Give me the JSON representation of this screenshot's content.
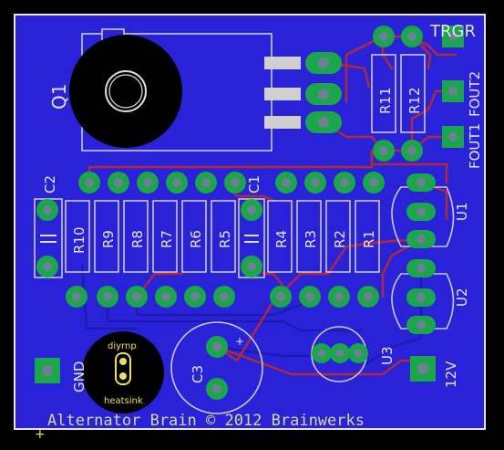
{
  "board": {
    "title_text": "Alternator Brain © 2012 Brainwerks",
    "colors": {
      "board": "#2a22d8",
      "outline": "#e6e6e6",
      "pad": "#1aa64a",
      "drill": "#6f7f95",
      "trace_top": "#b02a3a",
      "silk": "#c8c8c8"
    }
  },
  "labels": {
    "q1": "Q1",
    "c2": "C2",
    "c1": "C1",
    "c3": "C3",
    "r1": "R1",
    "r2": "R2",
    "r3": "R3",
    "r4": "R4",
    "r5": "R5",
    "r6": "R6",
    "r7": "R7",
    "r8": "R8",
    "r9": "R9",
    "r10": "R10",
    "r11": "R11",
    "r12": "R12",
    "u1": "U1",
    "u2": "U2",
    "u3": "U3",
    "trgr": "TRGR",
    "fout1": "FOUT1",
    "fout2": "FOUT2",
    "gnd": "GND",
    "v12": "12V",
    "diyrnp": "diyrnp",
    "heatsink": "heatsink",
    "plus": "+"
  }
}
